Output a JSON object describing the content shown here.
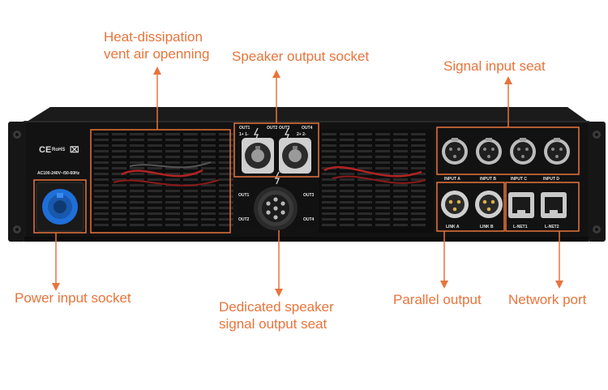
{
  "callouts": {
    "heat_vent": {
      "line1": "Heat-dissipation",
      "line2": "vent air openning"
    },
    "speaker_output": "Speaker output socket",
    "signal_input": "Signal input seat",
    "power_input": "Power input socket",
    "dedicated_speaker": {
      "line1": "Dedicated speaker",
      "line2": "signal output seat"
    },
    "parallel_output": "Parallel output",
    "network_port": "Network port"
  },
  "panel_labels": {
    "certifications": [
      "CE",
      "RoHS",
      "⌧"
    ],
    "power_rating": "AC100-240V~/50-60Hz",
    "out1": "OUT1",
    "out2": "OUT2",
    "out3": "OUT3",
    "out4": "OUT4",
    "pins_1": "1+ 1-",
    "pins_2": "2+ 2-",
    "out2_lower": "OUT2",
    "out4_lower": "OUT4",
    "input_a": "INPUT A",
    "input_b": "INPUT B",
    "input_c": "INPUT C",
    "input_d": "INPUT D",
    "link_a": "LINK A",
    "link_b": "LINK B",
    "lnet1": "L-NET1",
    "lnet2": "L-NET2"
  },
  "colors": {
    "callout": "#e8743b",
    "chassis": "#121212",
    "power_connector": "#1e6fd9"
  }
}
